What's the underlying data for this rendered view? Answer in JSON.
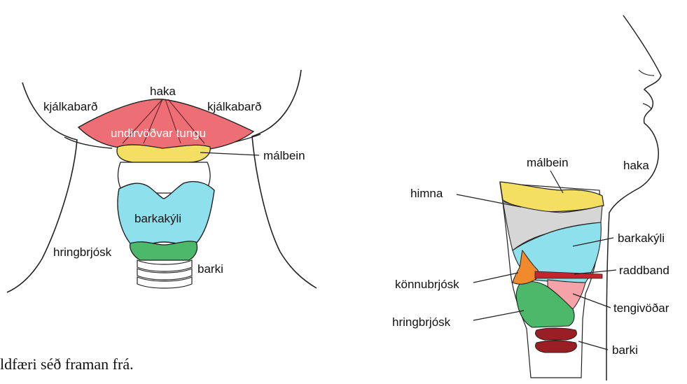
{
  "colors": {
    "tongue_muscle": "#ee6e75",
    "hyoid": "#f4df62",
    "larynx": "#8ee0ec",
    "cricoid": "#4bb86a",
    "membrane": "#d6d6d6",
    "arytenoid": "#f08a2c",
    "vocal_cord": "#c0262e",
    "trachea_rings": "#9a1f24",
    "connective": "#f5a3a8",
    "outline": "#222222"
  },
  "front_view": {
    "labels": {
      "haka": "haka",
      "jaw_left": "kjálkabarð",
      "jaw_right": "kjálkabarð",
      "tongue_muscles": "undirvöðvar tungu",
      "hyoid": "málbein",
      "larynx": "barkakýli",
      "cricoid": "hringbrjósk",
      "trachea": "barki"
    },
    "caption": "ldfæri séð framan frá."
  },
  "side_view": {
    "labels": {
      "hyoid": "málbein",
      "chin": "haka",
      "membrane": "himna",
      "larynx": "barkakýli",
      "vocal_cord": "raddband",
      "arytenoid": "könnubrjósk",
      "connective": "tengivöðar",
      "cricoid": "hringbrjósk",
      "trachea": "barki"
    }
  }
}
